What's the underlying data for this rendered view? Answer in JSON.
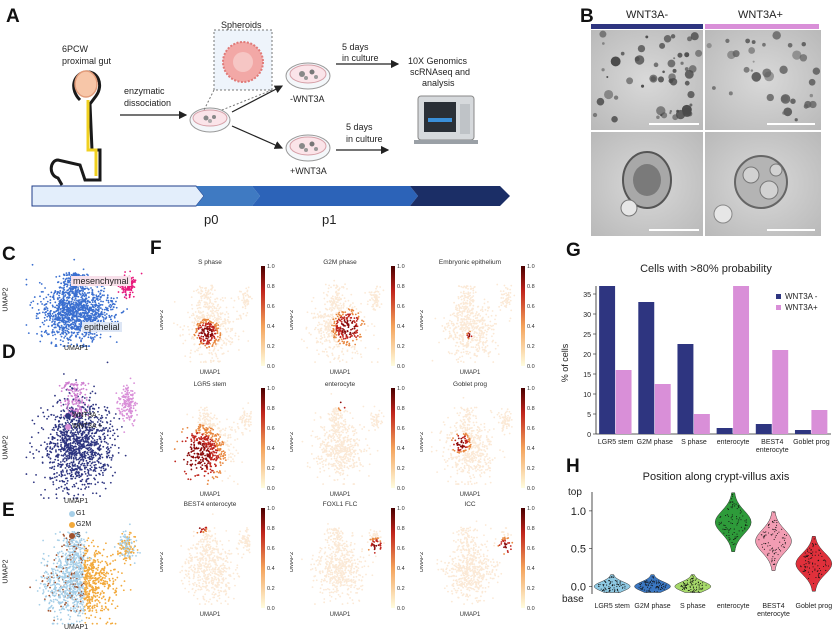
{
  "panels": {
    "A": "A",
    "B": "B",
    "C": "C",
    "D": "D",
    "E": "E",
    "F": "F",
    "G": "G",
    "H": "H"
  },
  "panel_a": {
    "source": "6PCW\nproximal gut",
    "source_l1": "6PCW",
    "source_l2": "proximal gut",
    "step1_l1": "enzymatic",
    "step1_l2": "dissociation",
    "spheroids": "Spheroids",
    "culture1_l1": "5 days",
    "culture1_l2": "in culture",
    "culture2_l1": "5 days",
    "culture2_l2": "in culture",
    "minus": "-WNT3A",
    "plus": "+WNT3A",
    "seq_l1": "10X Genomics",
    "seq_l2": "scRNAseq and",
    "seq_l3": "analysis",
    "p0": "p0",
    "p1": "p1"
  },
  "panel_b": {
    "minus": "WNT3A-",
    "plus": "WNT3A+",
    "minus_color": "#2e3580",
    "plus_color": "#d98fd8"
  },
  "panel_c": {
    "xlabel": "UMAP1",
    "ylabel": "UMAP2",
    "mes": "mesenchymal",
    "epi": "epithelial"
  },
  "panel_d": {
    "xlabel": "UMAP1",
    "ylabel": "UMAP2",
    "legend": [
      "WNT3A -",
      "WNT3A +"
    ]
  },
  "panel_e": {
    "xlabel": "UMAP1",
    "ylabel": "UMAP2",
    "legend": [
      "G1",
      "G2M",
      "S"
    ]
  },
  "panel_f": {
    "titles": [
      "S phase",
      "G2M phase",
      "Embryonic epithelium",
      "LGR5 stem",
      "enterocyte",
      "Goblet prog",
      "BEST4 enterocyte",
      "FOXL1 FLC",
      "ICC"
    ],
    "xlabel": "UMAP1",
    "ylabel": "UMAP2",
    "ticks": [
      "1.0",
      "0.8",
      "0.6",
      "0.4",
      "0.2",
      "0.0"
    ]
  },
  "chart_data": [
    {
      "type": "bar",
      "title": "Cells with >80% probability",
      "ylabel": "% of cells",
      "categories": [
        "LGR5 stem",
        "G2M phase",
        "S phase",
        "enterocyte",
        "BEST4 enterocyte",
        "Goblet prog"
      ],
      "category_lines": [
        [
          "LGR5 stem"
        ],
        [
          "G2M phase"
        ],
        [
          "S phase"
        ],
        [
          "enterocyte"
        ],
        [
          "BEST4",
          "enterocyte"
        ],
        [
          "Goblet prog"
        ]
      ],
      "series": [
        {
          "name": "WNT3A -",
          "color": "#2e3580",
          "values": [
            37,
            33,
            22.5,
            1.5,
            2.5,
            1
          ]
        },
        {
          "name": "WNT3A+",
          "color": "#d98fd8",
          "values": [
            16,
            12.5,
            5,
            37,
            21,
            6
          ]
        }
      ],
      "ylim": [
        0,
        37
      ],
      "yticks": [
        0,
        5,
        10,
        15,
        20,
        25,
        30,
        35
      ],
      "legend": "top-right"
    },
    {
      "type": "violin",
      "title": "Position along crypt-villus axis",
      "categories": [
        "LGR5 stem",
        "G2M phase",
        "S phase",
        "enterocyte",
        "BEST4 enterocyte",
        "Goblet prog"
      ],
      "category_lines": [
        [
          "LGR5 stem"
        ],
        [
          "G2M phase"
        ],
        [
          "S phase"
        ],
        [
          "enterocyte"
        ],
        [
          "BEST4",
          "enterocyte"
        ],
        [
          "Goblet prog"
        ]
      ],
      "colors": [
        "#8ec9e3",
        "#3a77c2",
        "#a6d96a",
        "#2e9b3a",
        "#f29db3",
        "#e0303b"
      ],
      "medians": [
        0.0,
        0.0,
        0.0,
        0.85,
        0.6,
        0.3
      ],
      "spread": [
        0.06,
        0.06,
        0.06,
        0.15,
        0.15,
        0.14
      ],
      "yticks": [
        0.0,
        0.5,
        1.0
      ],
      "ytick_labels": [
        "0.0",
        "0.5",
        "1.0"
      ],
      "top_label": "top",
      "base_label": "base"
    }
  ]
}
